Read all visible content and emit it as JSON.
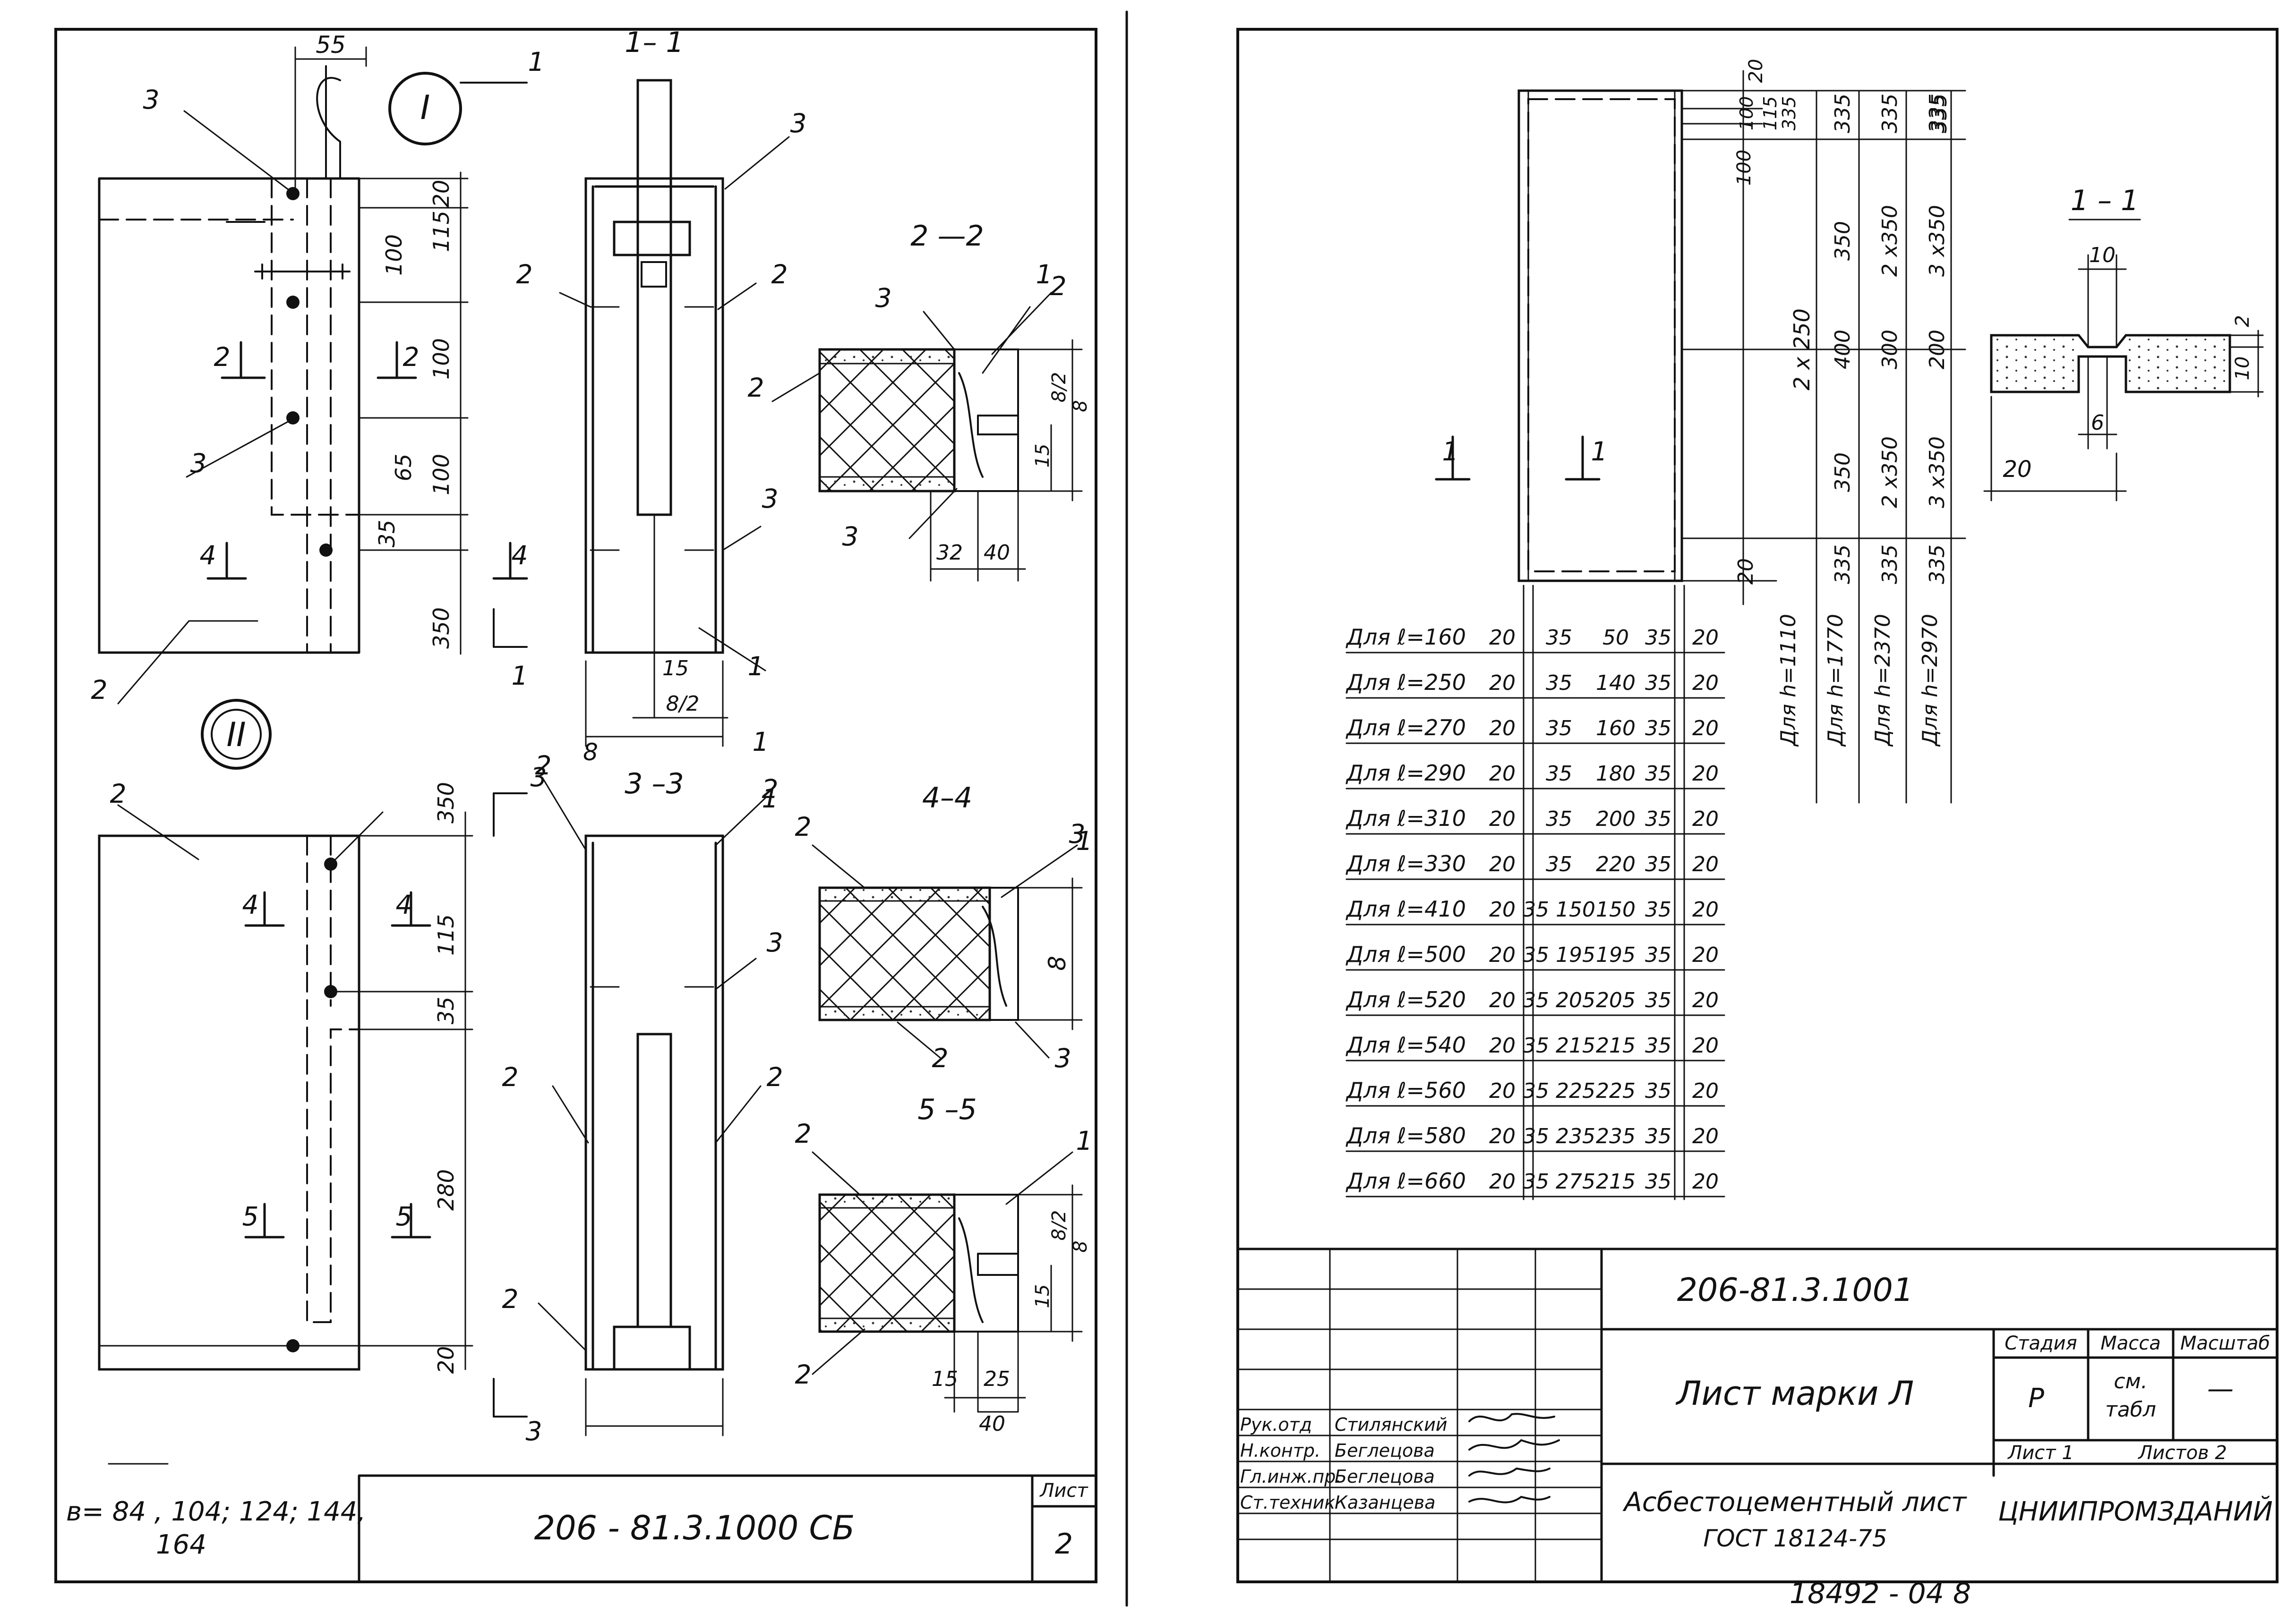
{
  "left_sheet": {
    "dim_top": "55",
    "callout_1": "I",
    "callout_2": "II",
    "section_labels": {
      "s1": "1– 1",
      "s2": "2 —2",
      "s3": "3 –3",
      "s4": "4–4",
      "s5": "5 –5"
    },
    "cut_marks": {
      "c1_top": "1",
      "c1_bottom": "1",
      "c3_top": "3",
      "c3_bottom": "3",
      "c2a": "2",
      "c2b": "2",
      "c4a": "4",
      "c4b": "4",
      "c4c": "4",
      "c4d": "4",
      "c5a": "5",
      "c5b": "5"
    },
    "view1_dims": [
      "20",
      "100",
      "115",
      "100",
      "65",
      "100",
      "35",
      "350"
    ],
    "view2_dims": [
      "350",
      "115",
      "35",
      "280",
      "20"
    ],
    "sec1_dims": [
      "15",
      "8/2",
      "8"
    ],
    "sec2_dims": [
      "8/2",
      "8",
      "15",
      "32",
      "40"
    ],
    "sec4_dims": [
      "8"
    ],
    "sec5_dims": [
      "8/2",
      "8",
      "15",
      "15",
      "25",
      "40"
    ],
    "leaders": {
      "a": "3",
      "b": "3",
      "c": "2",
      "d": "2",
      "e": "3",
      "f": "1",
      "g": "3",
      "h": "1",
      "i": "2",
      "j": "2",
      "k": "3",
      "l": "2",
      "m": "1",
      "n": "3",
      "o": "2",
      "p": "2",
      "q": "1",
      "r": "3",
      "s": "2",
      "t": "2",
      "u": "2",
      "v": "3",
      "w": "2",
      "x": "1",
      "y": "3",
      "z": "2",
      "aa": "2",
      "bb": "1",
      "cc": "2",
      "dd": "2"
    },
    "note_line1": "в= 84 , 104; 124; 144,",
    "note_line2": "164",
    "stamp_code": "206 - 81.3.1000 СБ",
    "sheet_label": "Лист",
    "sheet_number": "2"
  },
  "right_sheet": {
    "dims_vertical": {
      "top_small": [
        "20",
        "100",
        "115",
        "335"
      ],
      "col_h1110": [
        "335",
        "350",
        "400",
        "350",
        "335"
      ],
      "col_h1770": [
        "335",
        "2 x350",
        "300",
        "2 x350",
        "335"
      ],
      "col_h2370": [
        "335",
        "3 x350",
        "200",
        "3 x350",
        "335"
      ],
      "col_2x250": "2 x 250",
      "left_100": "100",
      "bottom_20": "20"
    },
    "h_labels": [
      "Для h=1110",
      "Для h=1770",
      "Для h=2370",
      "Для h=2970"
    ],
    "cut_1": "1",
    "table_rows": [
      {
        "label": "Для ℓ=160",
        "a": "20",
        "b": "35",
        "c": "50",
        "d": "35",
        "e": "20"
      },
      {
        "label": "Для ℓ=250",
        "a": "20",
        "b": "35",
        "c": "140",
        "d": "35",
        "e": "20"
      },
      {
        "label": "Для ℓ=270",
        "a": "20",
        "b": "35",
        "c": "160",
        "d": "35",
        "e": "20"
      },
      {
        "label": "Для ℓ=290",
        "a": "20",
        "b": "35",
        "c": "180",
        "d": "35",
        "e": "20"
      },
      {
        "label": "Для ℓ=310",
        "a": "20",
        "b": "35",
        "c": "200",
        "d": "35",
        "e": "20"
      },
      {
        "label": "Для ℓ=330",
        "a": "20",
        "b": "35",
        "c": "220",
        "d": "35",
        "e": "20"
      },
      {
        "label": "Для ℓ=410",
        "a": "20",
        "b": "35 150",
        "c": "150",
        "d": "35",
        "e": "20"
      },
      {
        "label": "Для ℓ=500",
        "a": "20",
        "b": "35 195",
        "c": "195",
        "d": "35",
        "e": "20"
      },
      {
        "label": "Для ℓ=520",
        "a": "20",
        "b": "35 205",
        "c": "205",
        "d": "35",
        "e": "20"
      },
      {
        "label": "Для ℓ=540",
        "a": "20",
        "b": "35 215",
        "c": "215",
        "d": "35",
        "e": "20"
      },
      {
        "label": "Для ℓ=560",
        "a": "20",
        "b": "35 225",
        "c": "225",
        "d": "35",
        "e": "20"
      },
      {
        "label": "Для ℓ=580",
        "a": "20",
        "b": "35 235",
        "c": "235",
        "d": "35",
        "e": "20"
      },
      {
        "label": "Для ℓ=660",
        "a": "20",
        "b": "35 275",
        "c": "215",
        "d": "35",
        "e": "20"
      }
    ],
    "section_title": "1 – 1",
    "section_dims": [
      "10",
      "2",
      "10",
      "6",
      "20"
    ],
    "title_block": {
      "doc_code": "206-81.3.1001",
      "title": "Лист марки Л",
      "head_stage": "Стадия",
      "head_mass": "Масса",
      "head_scale": "Масштаб",
      "stage": "Р",
      "mass_line1": "см.",
      "mass_line2": "табл",
      "scale": "—",
      "sheet": "Лист 1",
      "sheets": "Листов 2",
      "material_line1": "Асбестоцементный лист",
      "material_line2": "ГОСТ 18124-75",
      "org": "ЦНИИПРОМЗДАНИЙ",
      "roles": [
        {
          "role": "Рук.отд",
          "name": "Стилянский"
        },
        {
          "role": "Н.контр.",
          "name": "Беглецова"
        },
        {
          "role": "Гл.инж.пр.",
          "name": "Беглецова"
        },
        {
          "role": "Ст.техник",
          "name": "Казанцева"
        }
      ]
    },
    "inventory": "18492 - 04   8"
  }
}
